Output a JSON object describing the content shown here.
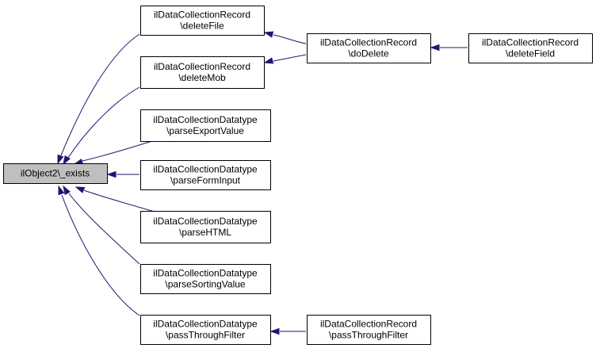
{
  "nodes": [
    {
      "id": "root",
      "name": "node-ilobject2-exists",
      "lines": [
        "ilObject2\\_exists"
      ],
      "root": true
    },
    {
      "id": "deleteFile",
      "name": "node-record-deletefile",
      "lines": [
        "ilDataCollectionRecord",
        "\\deleteFile"
      ]
    },
    {
      "id": "deleteMob",
      "name": "node-record-deletemob",
      "lines": [
        "ilDataCollectionRecord",
        "\\deleteMob"
      ]
    },
    {
      "id": "parseExportValue",
      "name": "node-datatype-parseexportvalue",
      "lines": [
        "ilDataCollectionDatatype",
        "\\parseExportValue"
      ]
    },
    {
      "id": "parseFormInput",
      "name": "node-datatype-parseforminput",
      "lines": [
        "ilDataCollectionDatatype",
        "\\parseFormInput"
      ]
    },
    {
      "id": "parseHTML",
      "name": "node-datatype-parsehtml",
      "lines": [
        "ilDataCollectionDatatype",
        "\\parseHTML"
      ]
    },
    {
      "id": "parseSortingValue",
      "name": "node-datatype-parsesortingvalue",
      "lines": [
        "ilDataCollectionDatatype",
        "\\parseSortingValue"
      ]
    },
    {
      "id": "passThroughFilterDT",
      "name": "node-datatype-passthroughfilter",
      "lines": [
        "ilDataCollectionDatatype",
        "\\passThroughFilter"
      ]
    },
    {
      "id": "doDelete",
      "name": "node-record-dodelete",
      "lines": [
        "ilDataCollectionRecord",
        "\\doDelete"
      ]
    },
    {
      "id": "passThroughFilterRec",
      "name": "node-record-passthroughfilter",
      "lines": [
        "ilDataCollectionRecord",
        "\\passThroughFilter"
      ]
    },
    {
      "id": "deleteField",
      "name": "node-record-deletefield",
      "lines": [
        "ilDataCollectionRecord",
        "\\deleteField"
      ]
    }
  ],
  "edges": [
    {
      "from": "deleteFile",
      "to": "root"
    },
    {
      "from": "deleteMob",
      "to": "root"
    },
    {
      "from": "parseExportValue",
      "to": "root"
    },
    {
      "from": "parseFormInput",
      "to": "root"
    },
    {
      "from": "parseHTML",
      "to": "root"
    },
    {
      "from": "parseSortingValue",
      "to": "root"
    },
    {
      "from": "passThroughFilterDT",
      "to": "root"
    },
    {
      "from": "doDelete",
      "to": "deleteFile"
    },
    {
      "from": "doDelete",
      "to": "deleteMob"
    },
    {
      "from": "deleteField",
      "to": "doDelete"
    },
    {
      "from": "passThroughFilterRec",
      "to": "passThroughFilterDT"
    }
  ],
  "colors": {
    "edge": "#191970",
    "root_fill": "#bfbfbf",
    "node_fill": "#ffffff",
    "border": "#000000"
  }
}
